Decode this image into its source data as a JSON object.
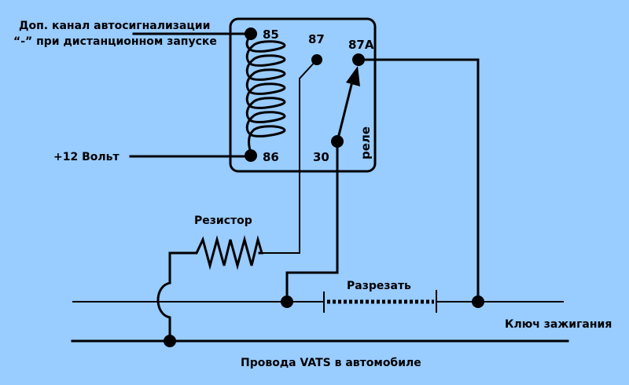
{
  "diagram": {
    "title": "Relay wiring for VATS bypass",
    "background_color": "#99ccff",
    "line_color": "#000000",
    "labels": {
      "remote_start_line1": "Доп. канал автосигнализации",
      "remote_start_line2": "“-” при дистанционном запуске",
      "plus12": "+12 Вольт",
      "resistor": "Резистор",
      "cut": "Разрезать",
      "ignition_key": "Ключ зажигания",
      "vats_wires": "Провода VATS в автомобиле",
      "relay": "реле"
    },
    "relay_pins": {
      "p85": "85",
      "p86": "86",
      "p87": "87",
      "p87a": "87A",
      "p30": "30"
    },
    "components": [
      {
        "name": "relay",
        "type": "relay",
        "pins": [
          "85",
          "86",
          "87",
          "87A",
          "30"
        ]
      },
      {
        "name": "resistor",
        "type": "resistor"
      },
      {
        "name": "cut-section",
        "type": "cut-marker"
      }
    ],
    "connections": [
      {
        "from": "remote-start-channel",
        "to": "85"
      },
      {
        "from": "+12V",
        "to": "86"
      },
      {
        "from": "87",
        "to": "resistor"
      },
      {
        "from": "resistor",
        "to": "vats-wire-bottom"
      },
      {
        "from": "30",
        "to": "vats-wire-top (left of cut)"
      },
      {
        "from": "87A",
        "to": "vats-wire-top (right of cut, ignition key side)"
      }
    ]
  }
}
